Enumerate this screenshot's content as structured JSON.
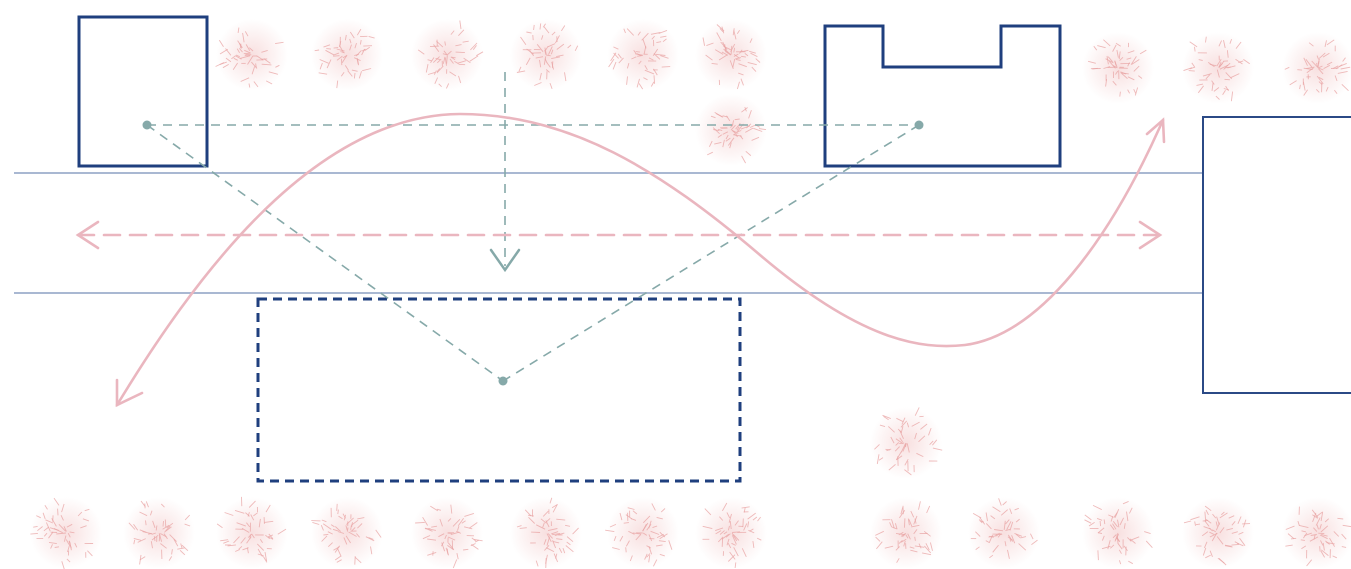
{
  "colors": {
    "background": "#ffffff",
    "building_outline": "#1f3f7e",
    "street_line": "#a9b8d2",
    "sight_line": "#86a9a9",
    "movement_arrow": "#eab6bf",
    "tree_foliage": "#e8a3a3"
  },
  "legend_icons": {
    "building": "solid-outline-building",
    "proposed": "dashed-outline-proposed-building",
    "focal_point": "focal-point-dot",
    "sight_line": "dashed-sight-line",
    "pedestrian_flow": "sinuous-flow-arrow",
    "street_axis": "bidirectional-dashed-arrow",
    "tree": "tree-canopy-icon"
  }
}
